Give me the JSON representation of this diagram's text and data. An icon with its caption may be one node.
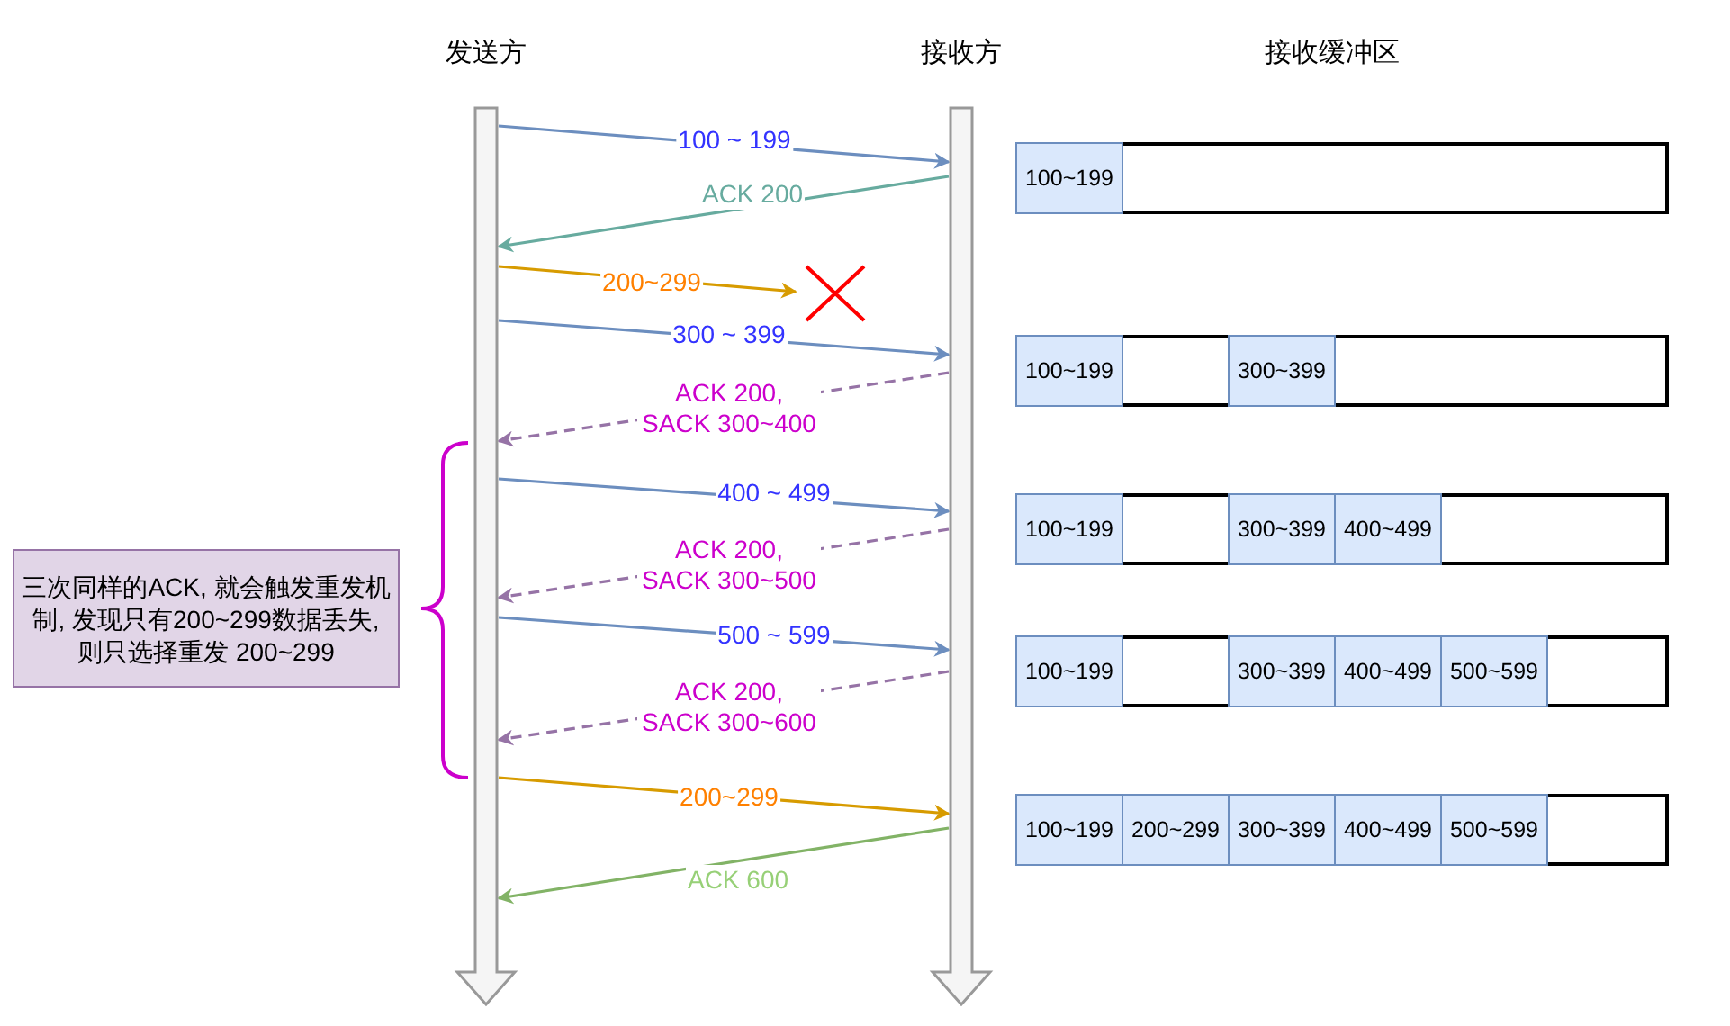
{
  "diagram": {
    "nodes": [
      {
        "text": [
          "发送方"
        ]
      },
      {
        "text": [
          "接收方"
        ]
      },
      {
        "text": [],
        "shape": "cross"
      },
      {
        "text": [
          "三次同样的ACK, 就会触发重发机制, 发现只有200~299数据丢失, 则只选择重发 200~299"
        ]
      },
      {
        "text": [],
        "shape": "box"
      },
      {
        "text": [
          "100~199"
        ],
        "in": 4
      },
      {
        "text": [],
        "shape": "box"
      },
      {
        "text": [
          "100~199"
        ],
        "in": 6
      },
      {
        "text": [
          "300~399"
        ],
        "in": 6
      },
      {
        "text": [],
        "shape": "box"
      },
      {
        "text": [
          "100~199"
        ],
        "in": 9
      },
      {
        "text": [
          "300~399"
        ],
        "in": 9
      },
      {
        "text": [
          "400~499"
        ],
        "in": 9
      },
      {
        "text": [],
        "shape": "box"
      },
      {
        "text": [
          "100~199"
        ],
        "in": 13
      },
      {
        "text": [
          "300~399"
        ],
        "in": 13
      },
      {
        "text": [
          "400~499"
        ],
        "in": 13
      },
      {
        "text": [
          "500~599"
        ],
        "in": 13
      },
      {
        "text": [],
        "shape": "box"
      },
      {
        "text": [
          "100~199"
        ],
        "in": 18
      },
      {
        "text": [
          "200~299"
        ],
        "in": 18
      },
      {
        "text": [
          "300~399"
        ],
        "in": 18
      },
      {
        "text": [
          "400~499"
        ],
        "in": 18
      },
      {
        "text": [
          "500~599"
        ],
        "in": 18
      }
    ],
    "edges": [
      {
        "from": 0,
        "to": 1,
        "arrow": "to",
        "label": "100 ~ 199"
      },
      {
        "from": 1,
        "to": 0,
        "arrow": "to",
        "label": "ACK 200",
        "color": "#67ab9f"
      },
      {
        "from": 0,
        "to": 2,
        "arrow": "to",
        "label": "200~299",
        "color": "#d79b00"
      },
      {
        "from": 0,
        "to": 1,
        "arrow": "to",
        "label": "300 ~ 399"
      },
      {
        "from": 1,
        "to": 0,
        "arrow": "to",
        "label": "ACK 200, SACK 300~400",
        "style": "dashed",
        "color": "#9673a6"
      },
      {
        "from": 0,
        "to": 1,
        "arrow": "to",
        "label": "400 ~ 499"
      },
      {
        "from": 1,
        "to": 0,
        "arrow": "to",
        "label": "ACK 200, SACK 300~500",
        "style": "dashed",
        "color": "#9673a6"
      },
      {
        "from": 0,
        "to": 1,
        "arrow": "to",
        "label": "500 ~ 599"
      },
      {
        "from": 1,
        "to": 0,
        "arrow": "to",
        "label": "ACK 200, SACK 300~600",
        "style": "dashed",
        "color": "#9673a6"
      },
      {
        "from": 0,
        "to": 1,
        "arrow": "to",
        "label": "200~299",
        "color": "#d79b00"
      },
      {
        "from": 1,
        "to": 0,
        "arrow": "to",
        "label": "ACK 600",
        "color": "#82b366"
      }
    ],
    "labels": [
      "接收缓冲区"
    ]
  }
}
